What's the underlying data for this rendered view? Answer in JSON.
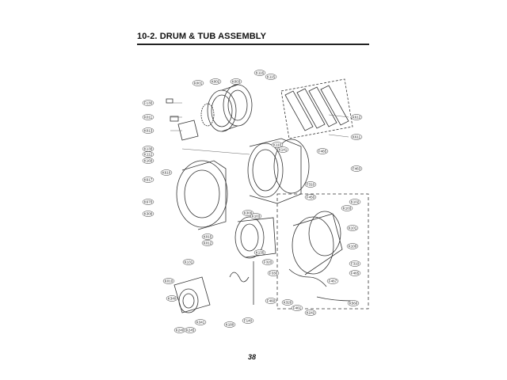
{
  "section_title": "10-2. DRUM & TUB ASSEMBLY",
  "page_number": "38",
  "part_labels": [
    "K116",
    "K115",
    "K001",
    "K002",
    "K003",
    "F130",
    "K011",
    "K013",
    "K612",
    "K611",
    "K130",
    "K141",
    "F465",
    "K110",
    "K112",
    "K160",
    "F463",
    "K610",
    "K617",
    "F310",
    "F450",
    "K670",
    "K102",
    "K300",
    "K103",
    "K300",
    "K101",
    "K103",
    "K015",
    "K012",
    "K100",
    "K135",
    "F320",
    "K131",
    "F310",
    "K010",
    "F465",
    "F330",
    "F467",
    "K340",
    "K341",
    "F460",
    "K320",
    "F461",
    "K560",
    "K242",
    "K240",
    "K180",
    "F140",
    "K245"
  ]
}
